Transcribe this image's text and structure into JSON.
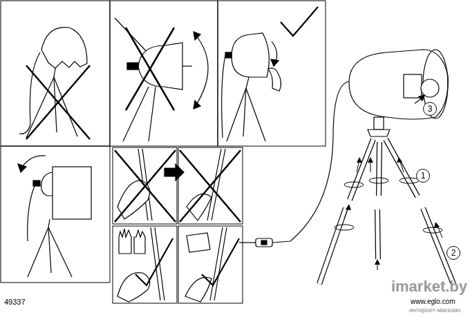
{
  "diagram": {
    "nodes": [
      {
        "text": [
          "1"
        ]
      },
      {
        "text": [
          "2"
        ]
      },
      {
        "text": [
          "3"
        ]
      }
    ],
    "labels": [
      "49337",
      "www.eglo.com",
      "imarket.by",
      "интернет-магазин"
    ]
  }
}
